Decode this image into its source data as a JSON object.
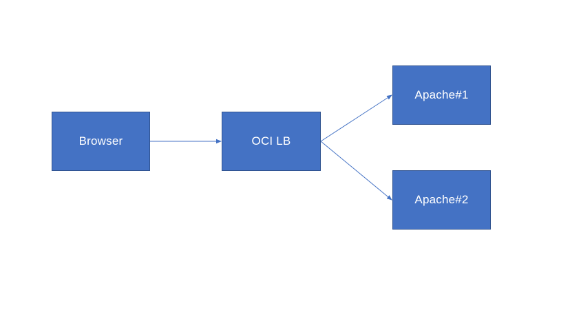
{
  "colors": {
    "node_fill": "#4472c4",
    "node_border": "#2f528f",
    "edge": "#4472c4",
    "label": "#ffffff"
  },
  "nodes": {
    "browser": {
      "label": "Browser"
    },
    "oci_lb": {
      "label": "OCI LB"
    },
    "apache1": {
      "label": "Apache#1"
    },
    "apache2": {
      "label": "Apache#2"
    }
  }
}
